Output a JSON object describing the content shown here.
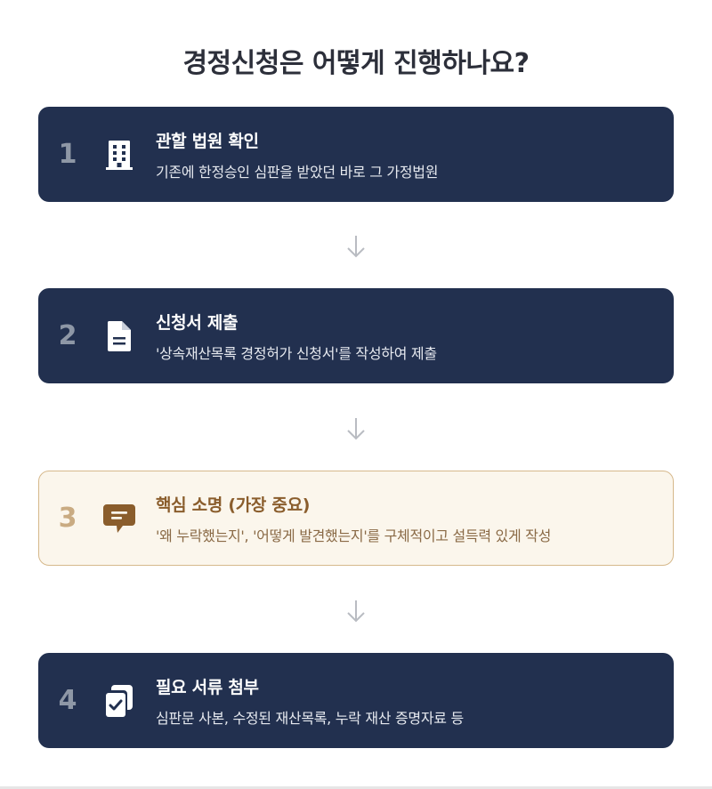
{
  "title": "경정신청은 어떻게 진행하나요?",
  "steps": [
    {
      "number": "1",
      "icon": "building-icon",
      "title": "관할 법원 확인",
      "description": "기존에 한정승인 심판을 받았던 바로 그 가정법원"
    },
    {
      "number": "2",
      "icon": "document-icon",
      "title": "신청서 제출",
      "description": "'상속재산목록 경정허가 신청서'를 작성하여 제출"
    },
    {
      "number": "3",
      "icon": "comment-icon",
      "title": "핵심 소명 (가장 중요)",
      "description": "'왜 누락했는지', '어떻게 발견했는지'를 구체적이고 설득력 있게 작성"
    },
    {
      "number": "4",
      "icon": "copy-check-icon",
      "title": "필요 서류 첨부",
      "description": "심판문 사본, 수정된 재산목록, 누락 재산 증명자료 등"
    }
  ],
  "colors": {
    "card_dark": "#22304f",
    "card_highlight_bg": "#fbf6ec",
    "card_highlight_border": "#d6b88b",
    "highlight_accent": "#8a5d2c",
    "arrow": "#b9bcc2"
  }
}
